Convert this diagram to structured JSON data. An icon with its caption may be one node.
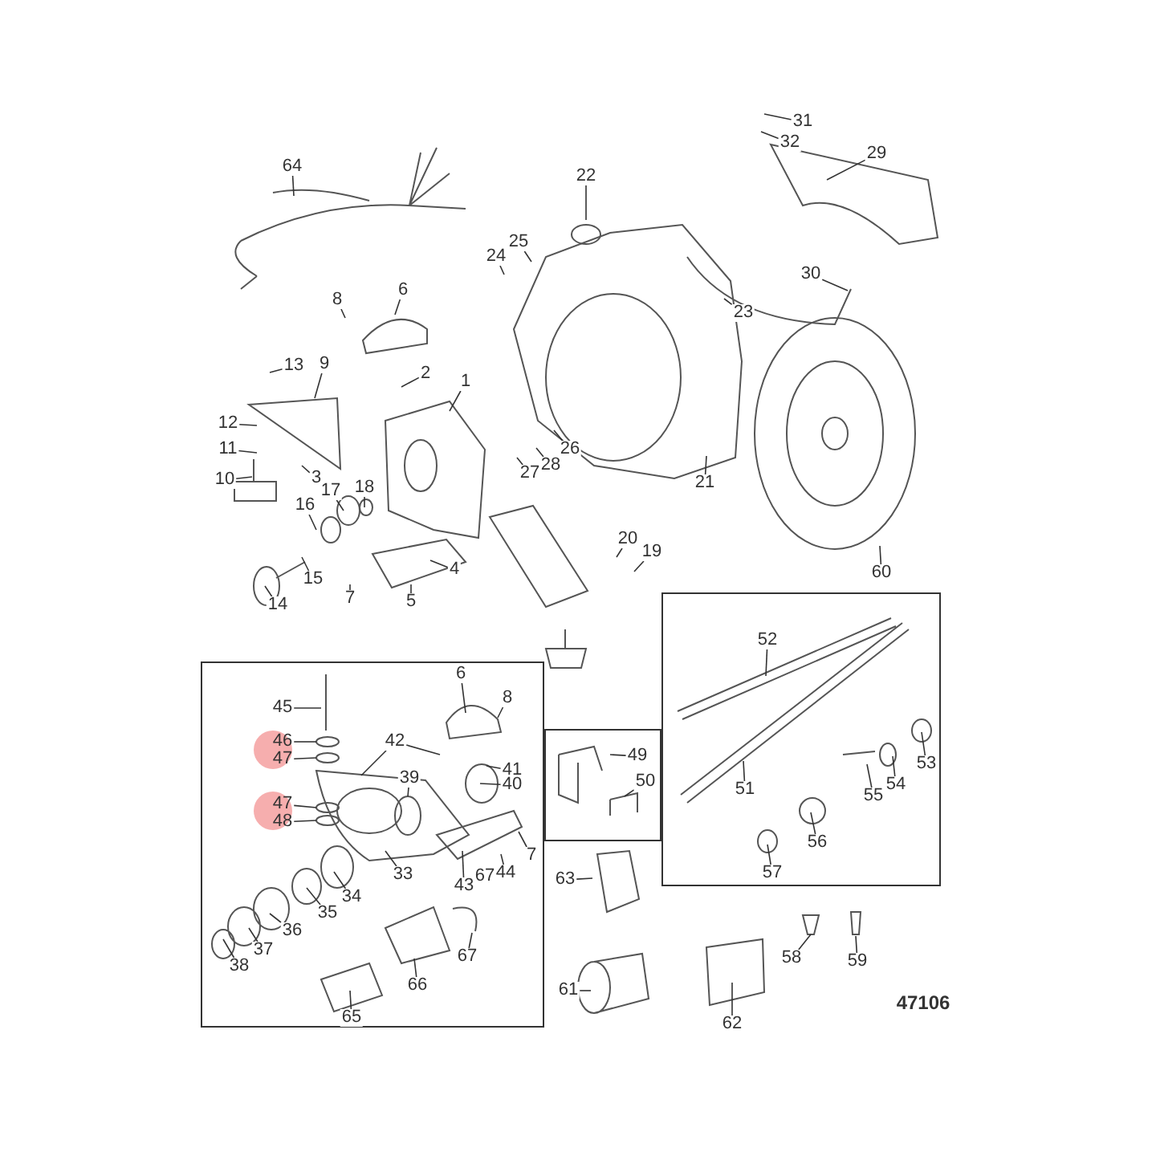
{
  "diagram": {
    "nodes": [
      {
        "text": [
          "64"
        ]
      },
      {
        "text": [
          "22"
        ]
      },
      {
        "text": [
          "31"
        ]
      },
      {
        "text": [
          "32"
        ]
      },
      {
        "text": [
          "29"
        ]
      },
      {
        "text": [
          "25"
        ]
      },
      {
        "text": [
          "24"
        ]
      },
      {
        "text": [
          "23"
        ]
      },
      {
        "text": [
          "30"
        ]
      },
      {
        "text": [
          "6"
        ]
      },
      {
        "text": [
          "8"
        ]
      },
      {
        "text": [
          "13"
        ]
      },
      {
        "text": [
          "9"
        ]
      },
      {
        "text": [
          "2"
        ]
      },
      {
        "text": [
          "1"
        ]
      },
      {
        "text": [
          "12"
        ]
      },
      {
        "text": [
          "11"
        ]
      },
      {
        "text": [
          "10"
        ]
      },
      {
        "text": [
          "3"
        ]
      },
      {
        "text": [
          "26"
        ]
      },
      {
        "text": [
          "28"
        ]
      },
      {
        "text": [
          "27"
        ]
      },
      {
        "text": [
          "21"
        ]
      },
      {
        "text": [
          "18"
        ]
      },
      {
        "text": [
          "17"
        ]
      },
      {
        "text": [
          "16"
        ]
      },
      {
        "text": [
          "15"
        ]
      },
      {
        "text": [
          "14"
        ]
      },
      {
        "text": [
          "7"
        ]
      },
      {
        "text": [
          "5"
        ]
      },
      {
        "text": [
          "4"
        ]
      },
      {
        "text": [
          "20"
        ]
      },
      {
        "text": [
          "19"
        ]
      },
      {
        "text": [
          "60"
        ]
      },
      {
        "text": [],
        "shape": "box"
      },
      {
        "text": [
          "52"
        ],
        "in": 34
      },
      {
        "text": [
          "51"
        ],
        "in": 34
      },
      {
        "text": [
          "53"
        ],
        "in": 34
      },
      {
        "text": [
          "54"
        ],
        "in": 34
      },
      {
        "text": [
          "55"
        ],
        "in": 34
      },
      {
        "text": [
          "56"
        ],
        "in": 34
      },
      {
        "text": [
          "57"
        ],
        "in": 34
      },
      {
        "text": [],
        "shape": "box"
      },
      {
        "text": [
          "6"
        ],
        "in": 42
      },
      {
        "text": [
          "8"
        ],
        "in": 42
      },
      {
        "text": [
          "45"
        ],
        "in": 42
      },
      {
        "text": [
          "46"
        ],
        "in": 42
      },
      {
        "text": [
          "47"
        ],
        "in": 42
      },
      {
        "text": [
          "42"
        ],
        "in": 42
      },
      {
        "text": [
          "41"
        ],
        "in": 42
      },
      {
        "text": [
          "40"
        ],
        "in": 42
      },
      {
        "text": [
          "39"
        ],
        "in": 42
      },
      {
        "text": [
          "47"
        ],
        "in": 42
      },
      {
        "text": [
          "48"
        ],
        "in": 42
      },
      {
        "text": [
          "33"
        ],
        "in": 42
      },
      {
        "text": [
          "43"
        ],
        "in": 42
      },
      {
        "text": [
          "44"
        ],
        "in": 42
      },
      {
        "text": [
          "7"
        ],
        "in": 42
      },
      {
        "text": [
          "34"
        ],
        "in": 42
      },
      {
        "text": [
          "35"
        ],
        "in": 42
      },
      {
        "text": [
          "36"
        ],
        "in": 42
      },
      {
        "text": [
          "37"
        ],
        "in": 42
      },
      {
        "text": [
          "38"
        ],
        "in": 42
      },
      {
        "text": [
          "67"
        ],
        "in": 42
      },
      {
        "text": [
          "66"
        ],
        "in": 42
      },
      {
        "text": [
          "65"
        ],
        "in": 42
      },
      {
        "text": [],
        "shape": "box"
      },
      {
        "text": [
          "49"
        ],
        "in": 66
      },
      {
        "text": [
          "50"
        ],
        "in": 66
      },
      {
        "text": [
          "63"
        ]
      },
      {
        "text": [
          "61"
        ]
      },
      {
        "text": [
          "62"
        ]
      },
      {
        "text": [
          "58"
        ]
      },
      {
        "text": [
          "59"
        ]
      },
      {
        "text": [
          "67"
        ],
        "in": 42
      }
    ],
    "edges": [
      {
        "from": 0,
        "to": null,
        "arrow": "none"
      },
      {
        "from": 1,
        "to": null,
        "arrow": "none"
      },
      {
        "from": 2,
        "to": null,
        "arrow": "none"
      },
      {
        "from": 3,
        "to": null,
        "arrow": "none"
      },
      {
        "from": 4,
        "to": null,
        "arrow": "none"
      },
      {
        "from": 5,
        "to": null,
        "arrow": "none"
      },
      {
        "from": 6,
        "to": null,
        "arrow": "none"
      },
      {
        "from": 7,
        "to": null,
        "arrow": "none"
      },
      {
        "from": 8,
        "to": null,
        "arrow": "none"
      },
      {
        "from": 9,
        "to": null,
        "arrow": "none"
      },
      {
        "from": 10,
        "to": null,
        "arrow": "none"
      },
      {
        "from": 11,
        "to": null,
        "arrow": "none"
      },
      {
        "from": 12,
        "to": null,
        "arrow": "none"
      },
      {
        "from": 13,
        "to": null,
        "arrow": "none"
      },
      {
        "from": 14,
        "to": null,
        "arrow": "none"
      },
      {
        "from": 15,
        "to": null,
        "arrow": "none"
      },
      {
        "from": 16,
        "to": null,
        "arrow": "none"
      },
      {
        "from": 17,
        "to": null,
        "arrow": "none"
      },
      {
        "from": 18,
        "to": null,
        "arrow": "none"
      },
      {
        "from": 19,
        "to": null,
        "arrow": "none"
      },
      {
        "from": 20,
        "to": null,
        "arrow": "none"
      },
      {
        "from": 21,
        "to": null,
        "arrow": "none"
      },
      {
        "from": 22,
        "to": null,
        "arrow": "none"
      },
      {
        "from": 23,
        "to": null,
        "arrow": "none"
      },
      {
        "from": 24,
        "to": null,
        "arrow": "none"
      },
      {
        "from": 25,
        "to": null,
        "arrow": "none"
      },
      {
        "from": 26,
        "to": null,
        "arrow": "none"
      },
      {
        "from": 27,
        "to": null,
        "arrow": "none"
      },
      {
        "from": 28,
        "to": null,
        "arrow": "none"
      },
      {
        "from": 29,
        "to": null,
        "arrow": "none"
      },
      {
        "from": 30,
        "to": null,
        "arrow": "none"
      },
      {
        "from": 31,
        "to": null,
        "arrow": "none"
      },
      {
        "from": 32,
        "to": null,
        "arrow": "none"
      },
      {
        "from": 33,
        "to": null,
        "arrow": "none"
      },
      {
        "from": 35,
        "to": null,
        "arrow": "none"
      },
      {
        "from": 36,
        "to": null,
        "arrow": "none"
      },
      {
        "from": 37,
        "to": null,
        "arrow": "none"
      },
      {
        "from": 38,
        "to": null,
        "arrow": "none"
      },
      {
        "from": 39,
        "to": null,
        "arrow": "none"
      },
      {
        "from": 40,
        "to": null,
        "arrow": "none"
      },
      {
        "from": 41,
        "to": null,
        "arrow": "none"
      },
      {
        "from": 43,
        "to": null,
        "arrow": "none"
      },
      {
        "from": 44,
        "to": null,
        "arrow": "none"
      },
      {
        "from": 45,
        "to": null,
        "arrow": "none"
      },
      {
        "from": 46,
        "to": null,
        "arrow": "none"
      },
      {
        "from": 47,
        "to": null,
        "arrow": "none"
      },
      {
        "from": 48,
        "to": null,
        "arrow": "none"
      },
      {
        "from": 48,
        "to": null,
        "arrow": "none"
      },
      {
        "from": 49,
        "to": null,
        "arrow": "none"
      },
      {
        "from": 50,
        "to": null,
        "arrow": "none"
      },
      {
        "from": 51,
        "to": null,
        "arrow": "none"
      },
      {
        "from": 52,
        "to": null,
        "arrow": "none"
      },
      {
        "from": 53,
        "to": null,
        "arrow": "none"
      },
      {
        "from": 54,
        "to": null,
        "arrow": "none"
      },
      {
        "from": 55,
        "to": null,
        "arrow": "none"
      },
      {
        "from": 56,
        "to": null,
        "arrow": "none"
      },
      {
        "from": 57,
        "to": null,
        "arrow": "none"
      },
      {
        "from": 58,
        "to": null,
        "arrow": "none"
      },
      {
        "from": 59,
        "to": null,
        "arrow": "none"
      },
      {
        "from": 60,
        "to": null,
        "arrow": "none"
      },
      {
        "from": 61,
        "to": null,
        "arrow": "none"
      },
      {
        "from": 62,
        "to": null,
        "arrow": "none"
      },
      {
        "from": 63,
        "to": null,
        "arrow": "none"
      },
      {
        "from": 64,
        "to": null,
        "arrow": "none"
      },
      {
        "from": 65,
        "to": null,
        "arrow": "none"
      },
      {
        "from": 67,
        "to": null,
        "arrow": "none"
      },
      {
        "from": 68,
        "to": null,
        "arrow": "none"
      },
      {
        "from": 69,
        "to": null,
        "arrow": "none"
      },
      {
        "from": 70,
        "to": null,
        "arrow": "none"
      },
      {
        "from": 71,
        "to": null,
        "arrow": "none"
      },
      {
        "from": 72,
        "to": null,
        "arrow": "none"
      },
      {
        "from": 73,
        "to": null,
        "arrow": "none"
      }
    ],
    "labels": [
      "47106"
    ]
  }
}
